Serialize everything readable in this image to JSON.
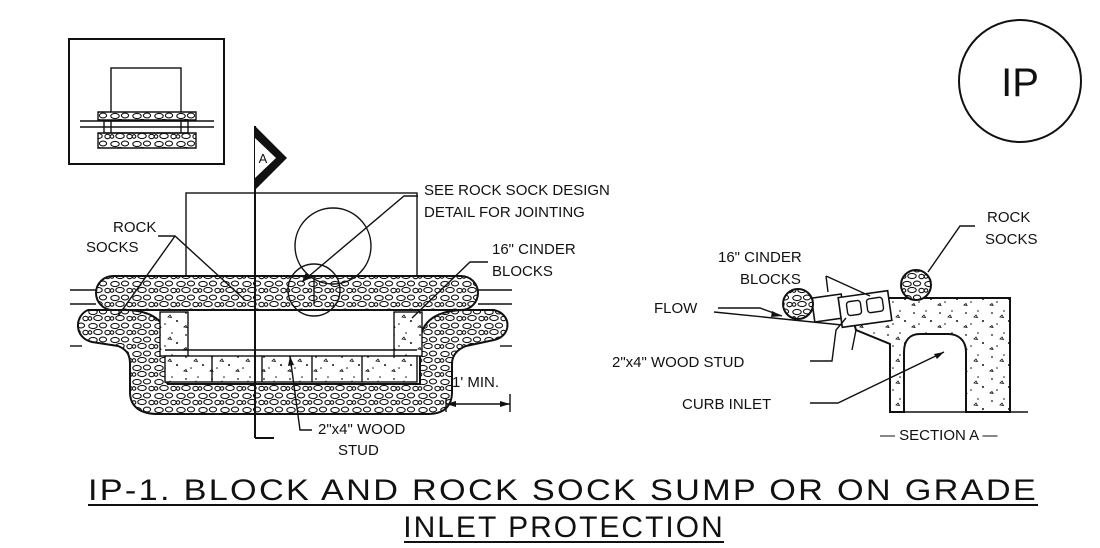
{
  "badge": {
    "text": "IP"
  },
  "section_flag": {
    "letter": "A"
  },
  "plan": {
    "label_rock_socks_1": "ROCK",
    "label_rock_socks_2": "SOCKS",
    "label_see_detail_1": "SEE ROCK SOCK DESIGN",
    "label_see_detail_2": "DETAIL FOR JOINTING",
    "label_cinder_1": "16\" CINDER",
    "label_cinder_2": "BLOCKS",
    "label_min": "1' MIN.",
    "label_stud_1": "2\"x4\" WOOD",
    "label_stud_2": "STUD"
  },
  "section": {
    "label_rock_socks_1": "ROCK",
    "label_rock_socks_2": "SOCKS",
    "label_cinder_1": "16\" CINDER",
    "label_cinder_2": "BLOCKS",
    "label_flow": "FLOW",
    "label_stud": "2\"x4\" WOOD STUD",
    "label_curb": "CURB INLET",
    "label_section": "— SECTION A —"
  },
  "title": {
    "line1": "IP-1. BLOCK AND ROCK SOCK SUMP OR ON GRADE",
    "line2": "INLET PROTECTION"
  },
  "colors": {
    "ink": "#111111",
    "background": "#ffffff"
  }
}
